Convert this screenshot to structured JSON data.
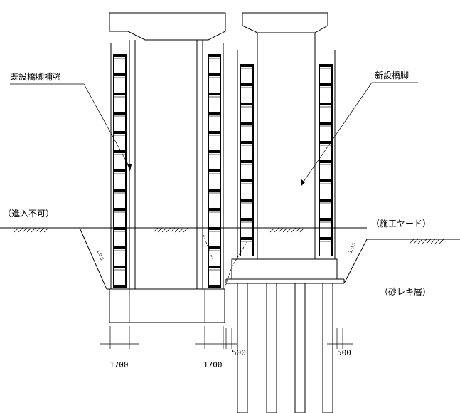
{
  "labels": {
    "existing_pier_reinforcement": "既設橋脚補強",
    "new_pier": "新設橋脚",
    "no_entry": "（進入不可）",
    "construction_yard": "（施工ヤード）",
    "gravel_layer": "（砂レキ層）"
  },
  "dimensions": {
    "left_1700": "1700",
    "mid_1700": "1700",
    "left_500": "500",
    "right_500": "500"
  },
  "slopes": {
    "left": "1:0.5",
    "right": "1:0.5"
  }
}
